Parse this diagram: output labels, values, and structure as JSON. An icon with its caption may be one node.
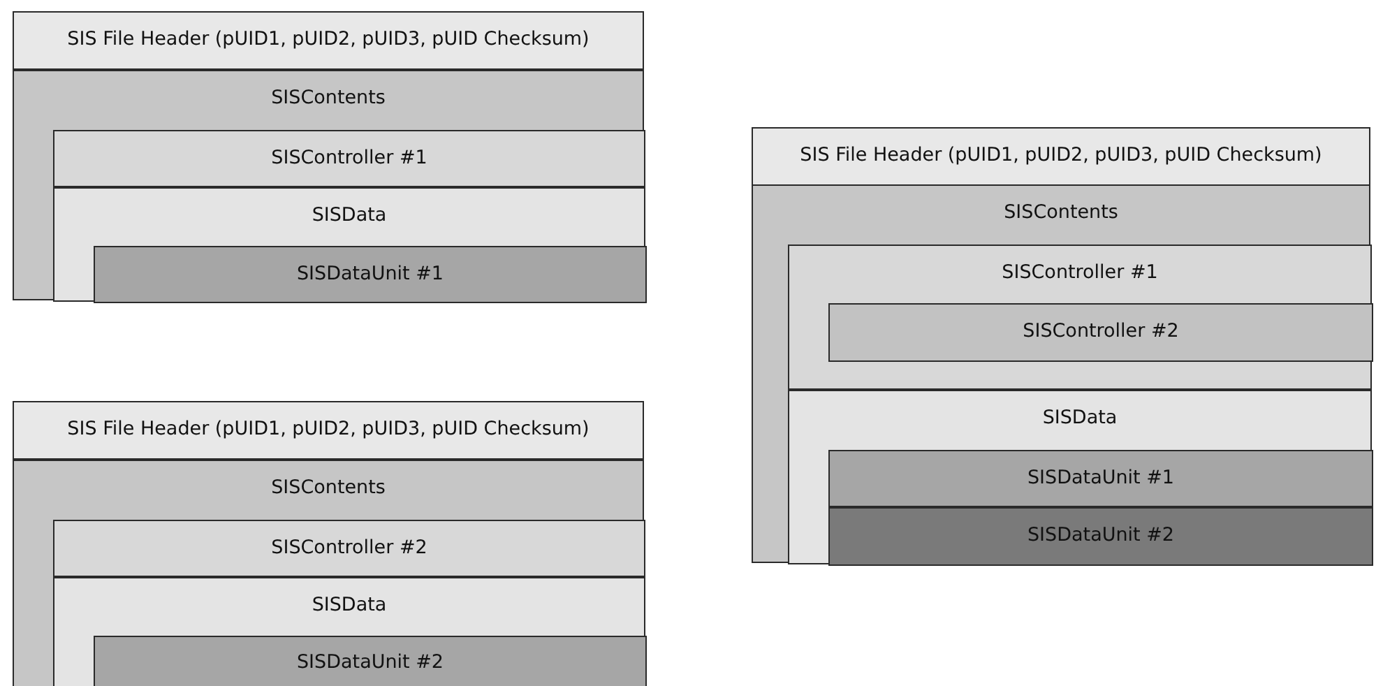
{
  "diagram": {
    "nodes": [
      {
        "text": [
          "SIS File Header (pUID1, pUID2, pUID3, pUID Checksum)"
        ]
      },
      {
        "text": [
          "SISContents"
        ]
      },
      {
        "text": [
          "SISController #1"
        ],
        "in": 1
      },
      {
        "text": [
          "SISData"
        ],
        "in": 1
      },
      {
        "text": [
          "SISDataUnit #1"
        ],
        "in": 3
      },
      {
        "text": [
          "SIS File Header (pUID1, pUID2, pUID3, pUID Checksum)"
        ]
      },
      {
        "text": [
          "SISContents"
        ]
      },
      {
        "text": [
          "SISController #2"
        ],
        "in": 6
      },
      {
        "text": [
          "SISData"
        ],
        "in": 6
      },
      {
        "text": [
          "SISDataUnit #2"
        ],
        "in": 8
      },
      {
        "text": [
          "SIS File Header (pUID1, pUID2, pUID3, pUID Checksum)"
        ]
      },
      {
        "text": [
          "SISContents"
        ]
      },
      {
        "text": [
          "SISController #1"
        ],
        "in": 11
      },
      {
        "text": [
          "SISController #2"
        ],
        "in": 12
      },
      {
        "text": [
          "SISData"
        ],
        "in": 11
      },
      {
        "text": [
          "SISDataUnit #1"
        ],
        "in": 14
      },
      {
        "text": [
          "SISDataUnit #2"
        ],
        "in": 14
      }
    ]
  }
}
